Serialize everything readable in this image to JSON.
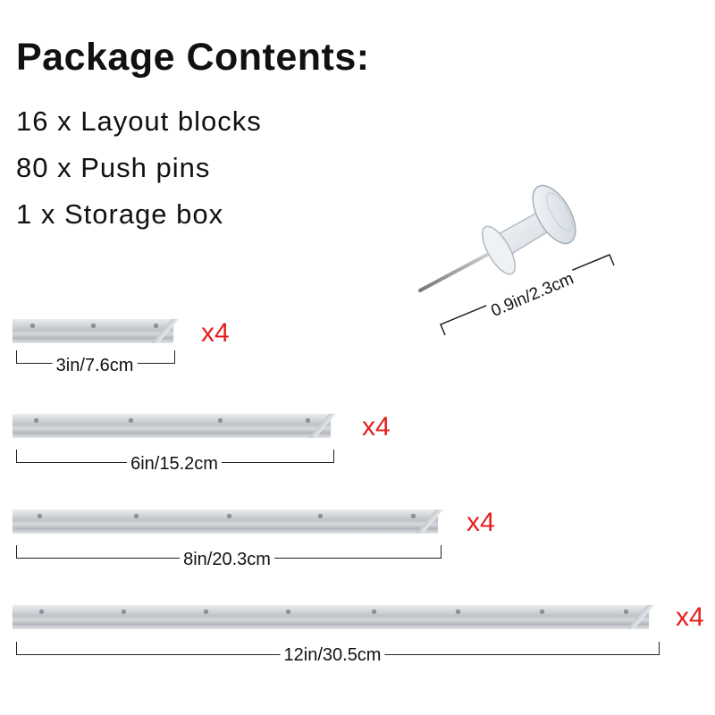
{
  "header": {
    "title": "Package Contents:"
  },
  "contents": [
    "16 x Layout blocks",
    "80 x Push pins",
    "1 x Storage box"
  ],
  "pin": {
    "dimension": "0.9in/2.3cm"
  },
  "rails": [
    {
      "dimension": "3in/7.6cm",
      "quantity": "x4"
    },
    {
      "dimension": "6in/15.2cm",
      "quantity": "x4"
    },
    {
      "dimension": "8in/20.3cm",
      "quantity": "x4"
    },
    {
      "dimension": "12in/30.5cm",
      "quantity": "x4"
    }
  ],
  "colors": {
    "quantity_red": "#e4201f",
    "rail_silver": "#c8ccd0"
  },
  "icons": {
    "pin": "push-pin-icon",
    "rail": "aluminum-rail-icon"
  }
}
